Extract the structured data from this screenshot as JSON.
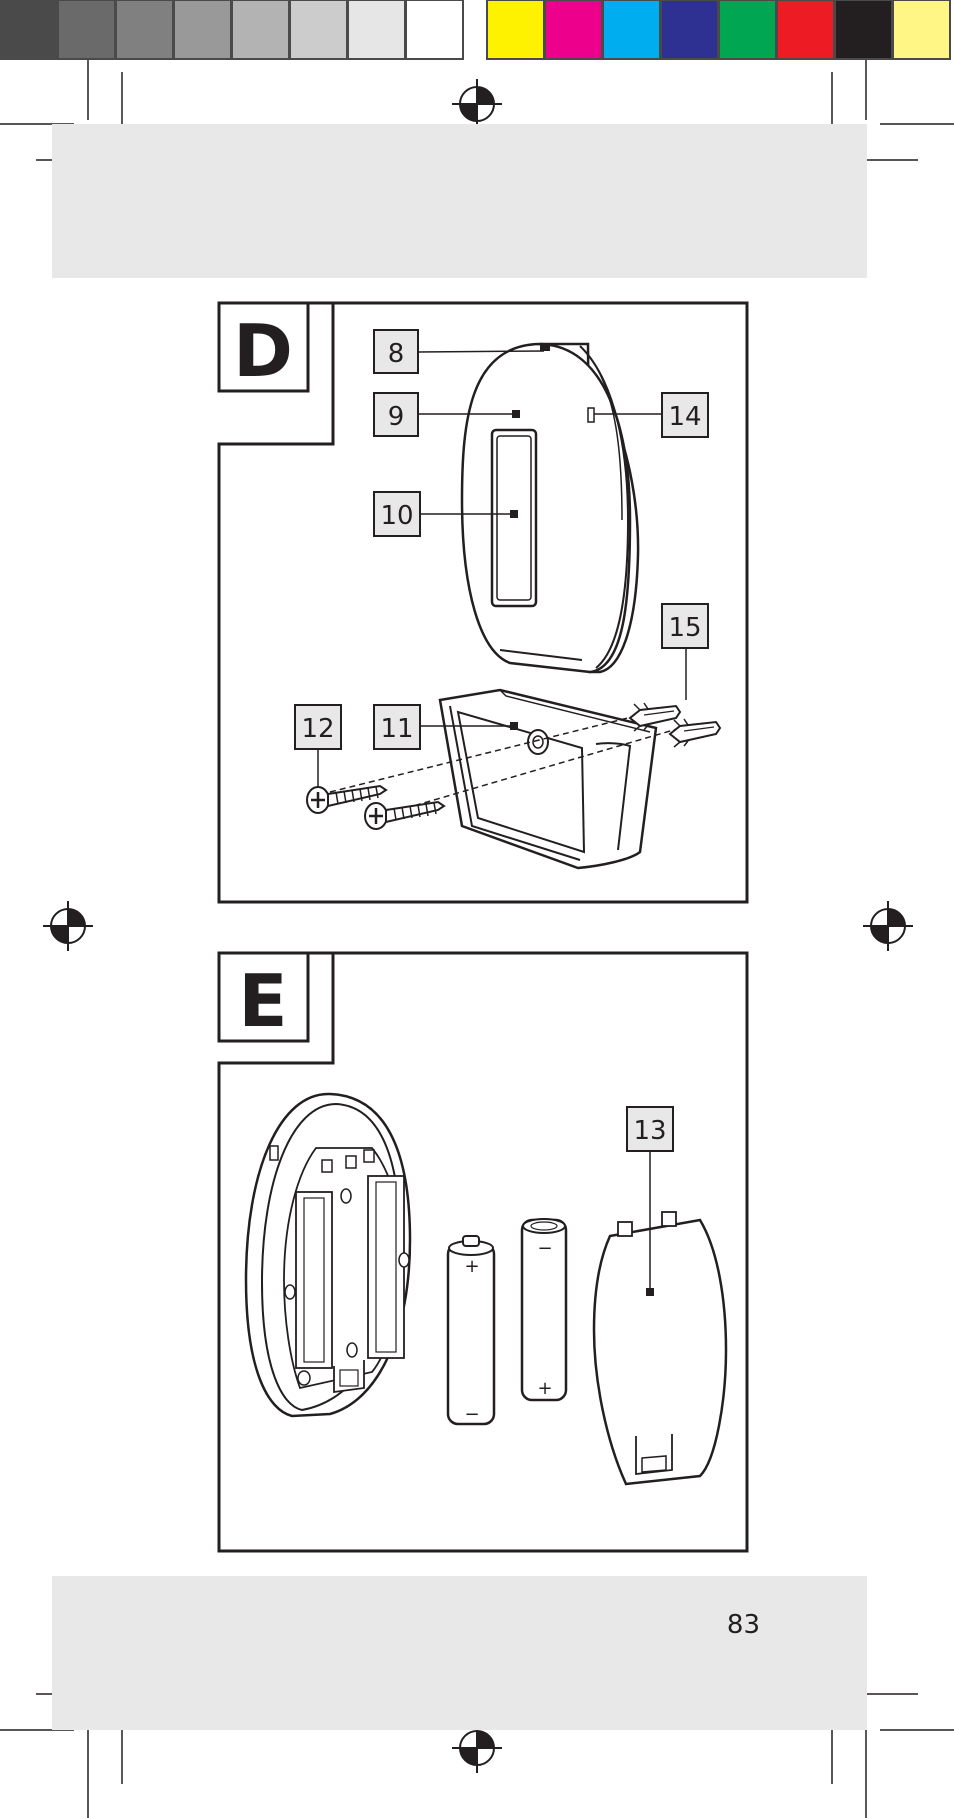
{
  "color_bar": {
    "grays": [
      "#4a4a4a",
      "#6a6a6a",
      "#808080",
      "#999999",
      "#b3b3b3",
      "#cccccc",
      "#e6e6e6",
      "#ffffff"
    ],
    "colors": [
      "#fff200",
      "#ec008c",
      "#00aeef",
      "#2e3192",
      "#00a651",
      "#ed1c24",
      "#231f20",
      "#fff685"
    ]
  },
  "band_color": "#e8e8e8",
  "figure_d": {
    "letter": "D",
    "labels": {
      "top_cover": "8",
      "cover_front": "9",
      "display": "10",
      "wall_bracket": "11",
      "screws": "12",
      "side_button": "14",
      "dowels": "15"
    }
  },
  "figure_e": {
    "letter": "E",
    "labels": {
      "battery_cover": "13"
    },
    "battery_signs": {
      "plus": "+",
      "minus": "−"
    }
  },
  "page_number": "83"
}
